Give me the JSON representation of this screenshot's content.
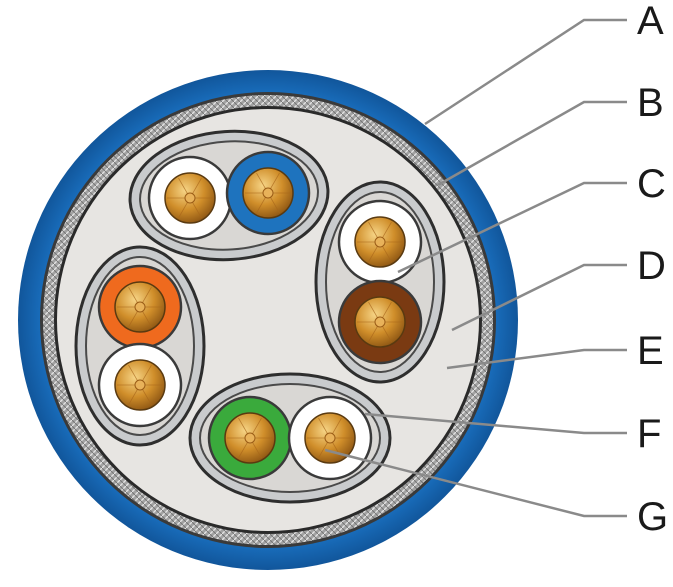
{
  "labels": [
    "A",
    "B",
    "C",
    "D",
    "E",
    "F",
    "G"
  ],
  "colors": {
    "jacket": "#1769b9",
    "jacket_edge": "#0d4f93",
    "braid": "#9a9a9a",
    "filler": "#e6e4e1",
    "foil": "#c9cbcd",
    "copper": "#c07a1e",
    "copper_light": "#f1c978",
    "insulation_white": "#ffffff",
    "insulation_blue": "#1e73be",
    "insulation_orange": "#ef6a1e",
    "insulation_brown": "#7a3a12",
    "insulation_green": "#3aaa3c",
    "leader_line": "#8a8a8a"
  },
  "pairs": [
    {
      "insulations": [
        "white",
        "blue"
      ]
    },
    {
      "insulations": [
        "white",
        "brown"
      ]
    },
    {
      "insulations": [
        "orange",
        "white"
      ]
    },
    {
      "insulations": [
        "green",
        "white"
      ]
    }
  ]
}
